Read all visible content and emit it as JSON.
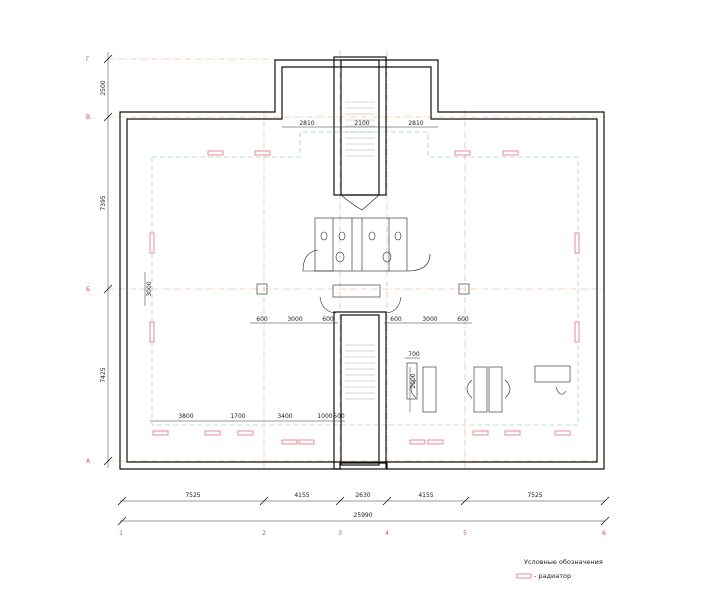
{
  "axes": {
    "rows": [
      "Г",
      "В",
      "Б",
      "А"
    ],
    "cols": [
      "1",
      "2",
      "3",
      "4",
      "5",
      "6"
    ]
  },
  "dims": {
    "vertical": [
      "2500",
      "7395",
      "3000",
      "7425"
    ],
    "top_openings": [
      "2810",
      "2100",
      "2810"
    ],
    "mid_left": [
      "600",
      "3000",
      "600"
    ],
    "mid_right": [
      "600",
      "3000",
      "600"
    ],
    "bottom_chain": [
      "3800",
      "1700",
      "3400",
      "1000",
      "500"
    ],
    "desk_w": "700",
    "desk_h": "2000",
    "bays": [
      "7525",
      "4155",
      "2630",
      "4155",
      "7525"
    ],
    "total": "25990"
  },
  "legend": {
    "title": "Условные обозначения",
    "radiator": "- радиатор"
  },
  "colors": {
    "wall": "#111111",
    "radiator": "#e56f7a",
    "axis": "#f0a878",
    "zone": "#7cc7a3"
  }
}
